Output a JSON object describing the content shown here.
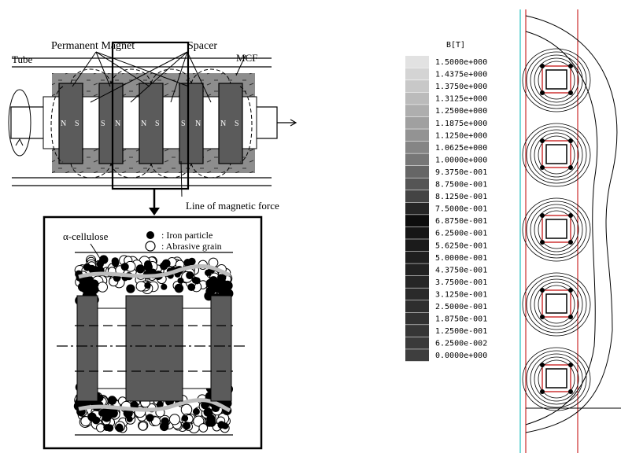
{
  "left_diagram": {
    "labels": {
      "permanent_magnet": "Permanent Magnet",
      "spacer": "Spacer",
      "tube": "Tube",
      "mcf": "MCF",
      "line_of_force": "Line of magnetic force"
    },
    "pole_labels": [
      "N",
      "S",
      "S",
      "N",
      "N",
      "S",
      "S",
      "N",
      "N",
      "S"
    ]
  },
  "detail_box": {
    "cellulose_label": "α-cellulose",
    "legend": [
      {
        "symbol": "filled-circle",
        "text": ": Iron particle"
      },
      {
        "symbol": "open-circle",
        "text": ": Abrasive grain"
      }
    ]
  },
  "field_plot": {
    "legend_title": "B[T]",
    "legend_values": [
      {
        "label": "1.5000e+000",
        "color": "#e2e2e2"
      },
      {
        "label": "1.4375e+000",
        "color": "#d4d4d4"
      },
      {
        "label": "1.3750e+000",
        "color": "#c8c8c8"
      },
      {
        "label": "1.3125e+000",
        "color": "#bbbbbb"
      },
      {
        "label": "1.2500e+000",
        "color": "#aeaeae"
      },
      {
        "label": "1.1875e+000",
        "color": "#a0a0a0"
      },
      {
        "label": "1.1250e+000",
        "color": "#939393"
      },
      {
        "label": "1.0625e+000",
        "color": "#858585"
      },
      {
        "label": "1.0000e+000",
        "color": "#777777"
      },
      {
        "label": "9.3750e-001",
        "color": "#666666"
      },
      {
        "label": "8.7500e-001",
        "color": "#555555"
      },
      {
        "label": "8.1250e-001",
        "color": "#444444"
      },
      {
        "label": "7.5000e-001",
        "color": "#262626"
      },
      {
        "label": "6.8750e-001",
        "color": "#0d0d0d"
      },
      {
        "label": "6.2500e-001",
        "color": "#161616"
      },
      {
        "label": "5.6250e-001",
        "color": "#1b1b1b"
      },
      {
        "label": "5.0000e-001",
        "color": "#1f1f1f"
      },
      {
        "label": "4.3750e-001",
        "color": "#222222"
      },
      {
        "label": "3.7500e-001",
        "color": "#262626"
      },
      {
        "label": "3.1250e-001",
        "color": "#2a2a2a"
      },
      {
        "label": "2.5000e-001",
        "color": "#2e2e2e"
      },
      {
        "label": "1.8750e-001",
        "color": "#323232"
      },
      {
        "label": "1.2500e-001",
        "color": "#363636"
      },
      {
        "label": "6.2500e-002",
        "color": "#3a3a3a"
      },
      {
        "label": "0.0000e+000",
        "color": "#3e3e3e"
      }
    ]
  }
}
